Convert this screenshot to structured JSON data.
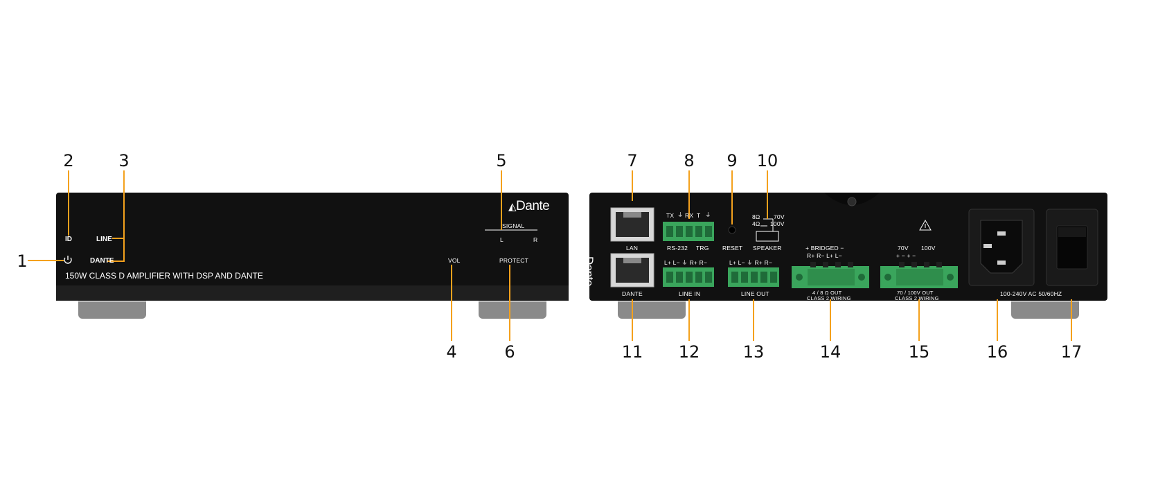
{
  "front_panel": {
    "model_text": "150W CLASS D AMPLIFIER WITH DSP AND DANTE",
    "led_id": "ID",
    "led_line": "LINE",
    "led_dante": "DANTE",
    "signal": "SIGNAL",
    "signal_l": "L",
    "signal_r": "R",
    "vol": "VOL",
    "protect": "PROTECT",
    "logo": "Dante"
  },
  "rear_panel": {
    "lan": "LAN",
    "dante_port": "DANTE",
    "rs232_top": [
      "TX",
      "RX",
      "T"
    ],
    "rs232": "RS-232",
    "trg": "TRG",
    "reset": "RESET",
    "speaker": "SPEAKER",
    "switch_8": "8Ω",
    "switch_4": "4Ω",
    "switch_70": "70V",
    "switch_100": "100V",
    "line_in_top": "L+ L− ⏚ R+ R−",
    "line_in": "LINE IN",
    "line_out_top": "L+ L− ⏚ R+ R−",
    "line_out": "LINE OUT",
    "bridged": "+ BRIDGED  −",
    "bridged_pins": "R+  R−  L+  L−",
    "out48_line1": "4 / 8  Ω OUT",
    "out48_line2": "CLASS 2 WIRING",
    "v70": "70V",
    "v100": "100V",
    "pm70": "+   −   +   −",
    "out70_line1": "70 / 100V OUT",
    "out70_line2": "CLASS 2 WIRING",
    "power": "100-240V AC 50/60HZ",
    "logo": "Dante"
  },
  "callouts": [
    "1",
    "2",
    "3",
    "4",
    "5",
    "6",
    "7",
    "8",
    "9",
    "10",
    "11",
    "12",
    "13",
    "14",
    "15",
    "16",
    "17"
  ],
  "colors": {
    "leader": "#f4a11d",
    "chassis": "#0e0e0e",
    "terminal": "#3aa55c"
  }
}
